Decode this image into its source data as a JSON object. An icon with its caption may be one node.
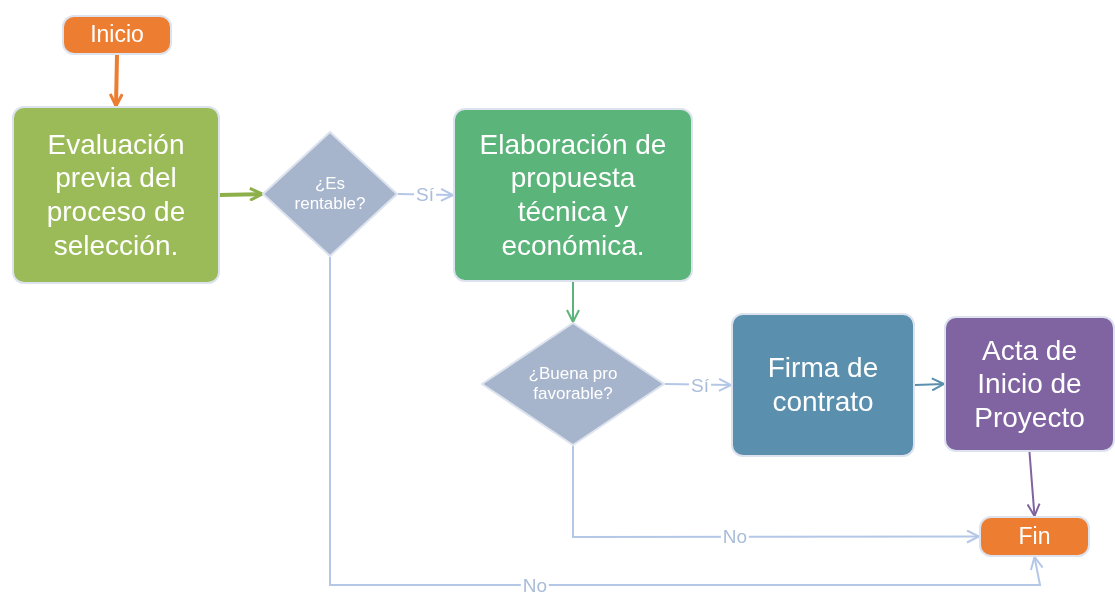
{
  "diagram": {
    "nodes": [
      {
        "text": [
          "Inicio"
        ]
      },
      {
        "text": [
          "Evaluación previa del proceso de selección."
        ]
      },
      {
        "text": [
          "¿Es rentable?"
        ]
      },
      {
        "text": [
          "Elaboración de propuesta técnica y económica."
        ]
      },
      {
        "text": [
          "¿Buena pro favorable?"
        ]
      },
      {
        "text": [
          "Firma de contrato"
        ]
      },
      {
        "text": [
          "Acta de Inicio de Proyecto"
        ]
      },
      {
        "text": [
          "Fin"
        ]
      }
    ],
    "edges": [
      {
        "from": 0,
        "to": 1,
        "arrow": "to",
        "style": "thick",
        "color": "#ed7d31"
      },
      {
        "from": 1,
        "to": 2,
        "arrow": "to",
        "style": "thick",
        "color": "#8db04a"
      },
      {
        "from": 2,
        "to": 3,
        "arrow": "to",
        "label": "Sí"
      },
      {
        "from": 3,
        "to": 4,
        "arrow": "to",
        "color": "#5bb47a"
      },
      {
        "from": 4,
        "to": 5,
        "arrow": "to",
        "label": "Sí"
      },
      {
        "from": 5,
        "to": 6,
        "arrow": "to",
        "color": "#5a8fae"
      },
      {
        "from": 6,
        "to": 7,
        "arrow": "to",
        "color": "#8064a2"
      },
      {
        "from": 4,
        "to": 7,
        "arrow": "to",
        "label": "No"
      },
      {
        "from": 2,
        "to": 7,
        "arrow": "to",
        "label": "No"
      }
    ]
  }
}
